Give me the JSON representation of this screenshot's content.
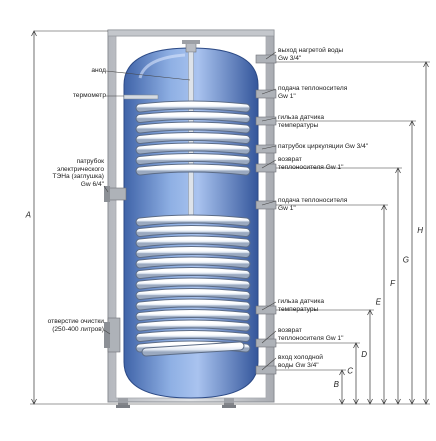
{
  "labels_left": {
    "anode": "анод",
    "thermometer": "термометр",
    "heater_port": "патрубок\nэлектрического\nТЭНа (заглушка)\nGw 6/4\"",
    "cleaning_hole": "отверстие очистки\n(250-400 литров)"
  },
  "labels_right": {
    "hot_out": "выход нагретой воды\nGw 3/4\"",
    "coil1_in": "подача теплоносителя\nGw 1\"",
    "sensor1": "гильза датчика\nтемпературы",
    "circ": "патрубок циркуляции Gw 3/4\"",
    "coil1_ret": "возврат\nтеплоносителя Gw 1\"",
    "coil2_in": "подача теплоносителя\nGw 1\"",
    "sensor2": "гильза датчика\nтемпературы",
    "coil2_ret": "возврат\nтеплоносителя Gw 1\"",
    "cold_in": "вход холодной\nводы Gw 3/4\""
  },
  "dimensions": {
    "A": "A",
    "B": "B",
    "C": "C",
    "D": "D",
    "E": "E",
    "F": "F",
    "G": "G",
    "H": "H"
  },
  "colors": {
    "tank_blue": "#6f93d2",
    "casing_gray": "#c9ccd1",
    "coil_white": "#f2f6fb",
    "leader_line": "#444444"
  }
}
